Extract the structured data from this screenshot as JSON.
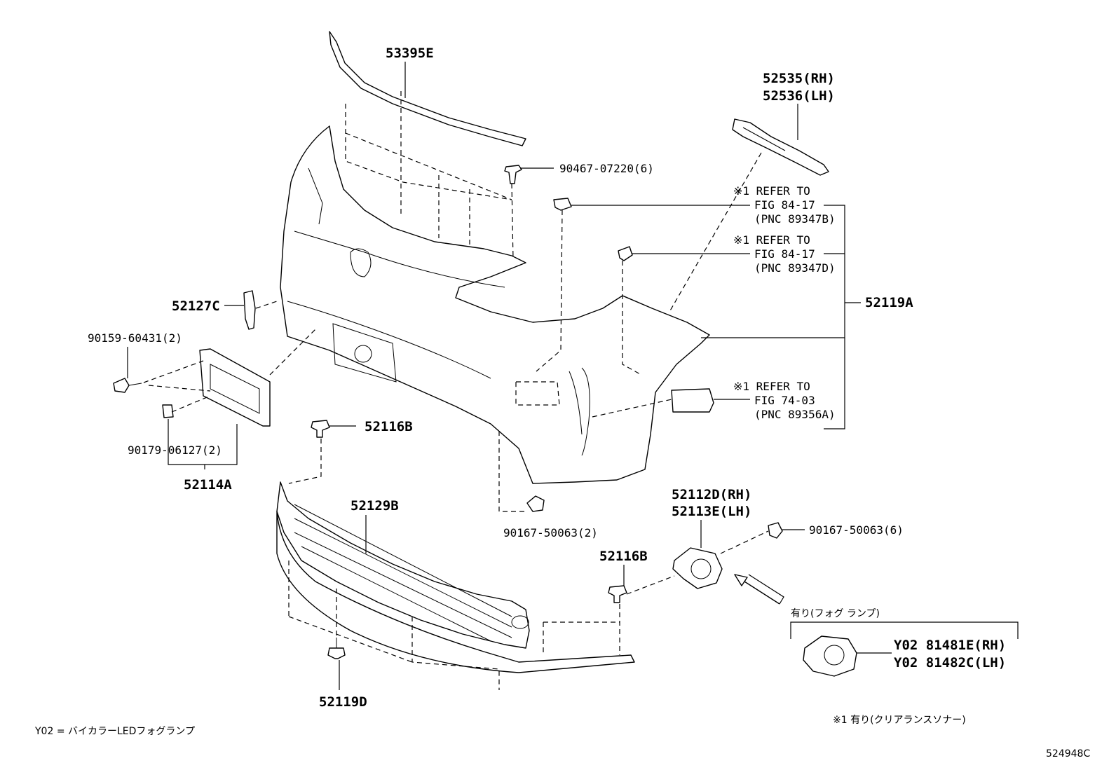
{
  "labels": {
    "p53395E": "53395E",
    "p52535": "52535(RH)",
    "p52536": "52536(LH)",
    "p90467": "90467-07220(6)",
    "ref1_a": "※1 REFER TO",
    "ref1_b": "FIG 84-17",
    "ref1_c": "(PNC 89347B)",
    "ref2_a": "※1 REFER TO",
    "ref2_b": "FIG 84-17",
    "ref2_c": "(PNC 89347D)",
    "p52119A": "52119A",
    "ref3_a": "※1 REFER TO",
    "ref3_b": "FIG 74-03",
    "ref3_c": "(PNC 89356A)",
    "p52127C": "52127C",
    "p90159": "90159-60431(2)",
    "p52116B_top": "52116B",
    "p90179": "90179-06127(2)",
    "p52114A": "52114A",
    "p52129B": "52129B",
    "p90167_2": "90167-50063(2)",
    "p52112D": "52112D(RH)",
    "p52113E": "52113E(LH)",
    "p90167_6": "90167-50063(6)",
    "p52116B_bot": "52116B",
    "fog_heading": "有り(フォグ ランプ)",
    "y02_rh": "Y02 81481E(RH)",
    "y02_lh": "Y02 81482C(LH)",
    "p52119D": "52119D"
  },
  "notes": {
    "y02_legend": "Y02 = バイカラーLEDフォグランプ",
    "clearance_sonar": "※1 有り(クリアランスソナー)",
    "figure_number": "524948C"
  }
}
